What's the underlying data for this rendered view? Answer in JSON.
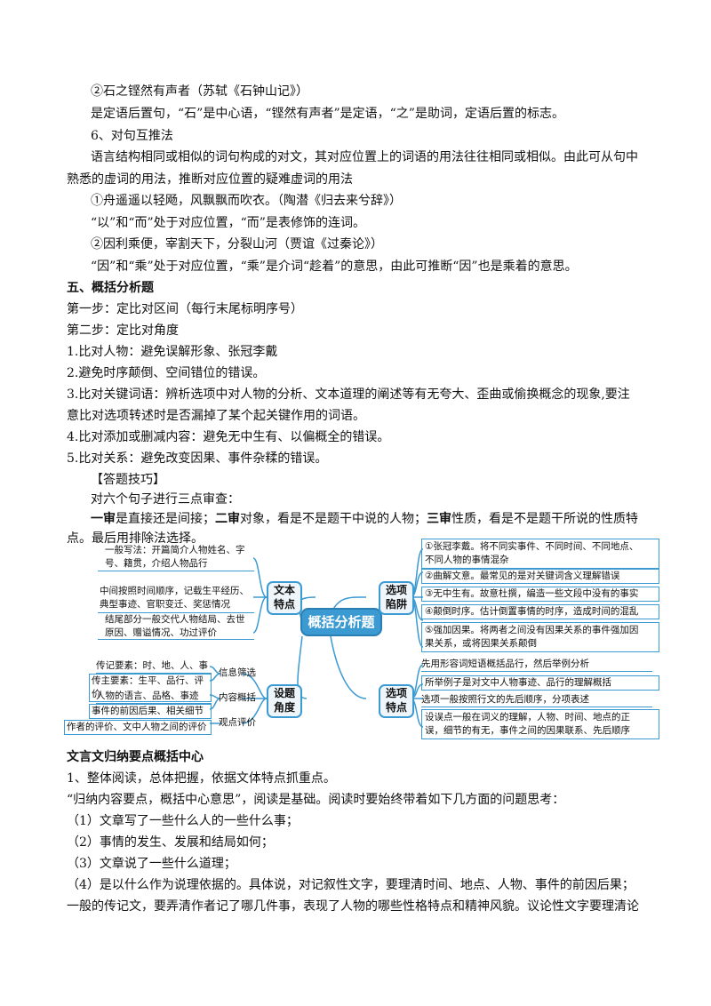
{
  "lines": [
    "②石之铿然有声者（苏轼《石钟山记》）",
    "是定语后置句，“石”是中心语，“铿然有声者”是定语，“之”是助词，定语后置的标志。",
    "6、对句互推法",
    "语言结构相同或相似的词句构成的对文，其对应位置上的词语的用法往往相同或相似。由此可从句中",
    "熟悉的虚词的用法，推断对应位置的疑难虚词的用法",
    "①舟遥遥以轻飏，风飘飘而吹衣。（陶潜《归去来兮辞》）",
    "“以”和“而”处于对应位置，“而”是表修饰的连词。",
    "②因利乘便，宰割天下，分裂山河（贾谊《过秦论》）",
    "“因”和“乘”处于对应位置，“乘”是介词“趁着”的意思，由此可推断“因”也是乘着的意思。"
  ],
  "section5": {
    "heading": "五、概括分析题",
    "step1": "第一步：定比对区间（每行末尾标明序号）",
    "step2": "第二步：定比对角度",
    "items": [
      "1.比对人物：避免误解形象、张冠李戴",
      "2.避免时序颠倒、空间错位的错误。",
      "3.比对关键词语：辨析选项中对人物的分析、文本道理的阐述等有无夸大、歪曲或偷换概念的现象,要注",
      "意比对选项转述时是否漏掉了某个起关键作用的词语。",
      "4.比对添加或删减内容：避免无中生有、以偏概全的错误。",
      "5.比对关系：避免改变因果、事件杂糅的错误。"
    ],
    "tips_heading": "【答题技巧】",
    "tips_intro": "对六个句子进行三点审查：",
    "tips_l1_a": "一审",
    "tips_l1_b": "是直接还是间接；",
    "tips_l1_c": "二审",
    "tips_l1_d": "对象，看是不是题干中说的人物；",
    "tips_l1_e": "三审",
    "tips_l1_f": "性质，看是不是题干所说的性质特",
    "tips_l2": "点。最后用排除法选择。"
  },
  "mindmap": {
    "center": "概括分析题",
    "wenben": "文本\n特点",
    "wenben_items": [
      "一般写法：开篇简介人物姓名、字\n号、籍贯，介绍人物品行",
      "中间按照时间顺序，记载生平经历、\n典型事迹、官职变迁、奖惩情况",
      "结尾部分一般交代人物结局、去世\n原因、赠谥情况、功过评价"
    ],
    "xuanxiang_xianjing": "选项\n陷阱",
    "xianjing_items": [
      "①张冠李戴。将不同实事件、不同时间、不同地点、\n不同人物的事情混杂",
      "②曲解文意。最常见的是对关键词含义理解错误",
      "③无中生有。故意杜撰，编造一些文段中没有的事实",
      "④颠倒时序。估计倒置事情的时序，造成时间的混乱",
      "⑤强加因果。将两者之间没有因果关系的事件强加因\n果关系，或将因果关系颠倒"
    ],
    "sheti": "设题\n角度",
    "sheti_labels": [
      "信息筛选",
      "内容概括",
      "观点评价"
    ],
    "sheti_items": [
      "传记要素：时、地、人、事",
      "传主要素：生平、品行、评价",
      "人物的语言、品格、事迹",
      "事件的前因后果、相关细节",
      "作者的评价、文中人物之间的评价"
    ],
    "xuanxiang_tedian": "选项\n特点",
    "tedian_items": [
      "先用形容词短语概括品行，然后举例分析",
      "所举例子是对文中人物事迹、品行的理解概括",
      "选项一般按照行文的先后顺序，分项表述",
      "设误点一般在词义的理解，人物、时间、地点的正\n误，细节的有无，事件之间的因果联系、先后顺序"
    ]
  },
  "section_wenyan": {
    "heading": "文言文归纳要点概括中心",
    "lines": [
      "1、整体阅读，总体把握，依据文体特点抓重点。",
      "“归纳内容要点，概括中心意思”，阅读是基础。阅读时要始终带着如下几方面的问题思考：",
      "（1）文章写了一些什么人的一些什么事；",
      "（2）事情的发生、发展和结局如何；",
      "（3）文章说了一些什么道理；",
      "（4）是以什么作为说理依据的。具体说，对记叙性文字，要理清时间、地点、人物、事件的前因后果；",
      "一般的传记文，要弄清作者记了哪几件事，表现了人物的哪些性格特点和精神风貌。议论性文字要理清论"
    ]
  }
}
